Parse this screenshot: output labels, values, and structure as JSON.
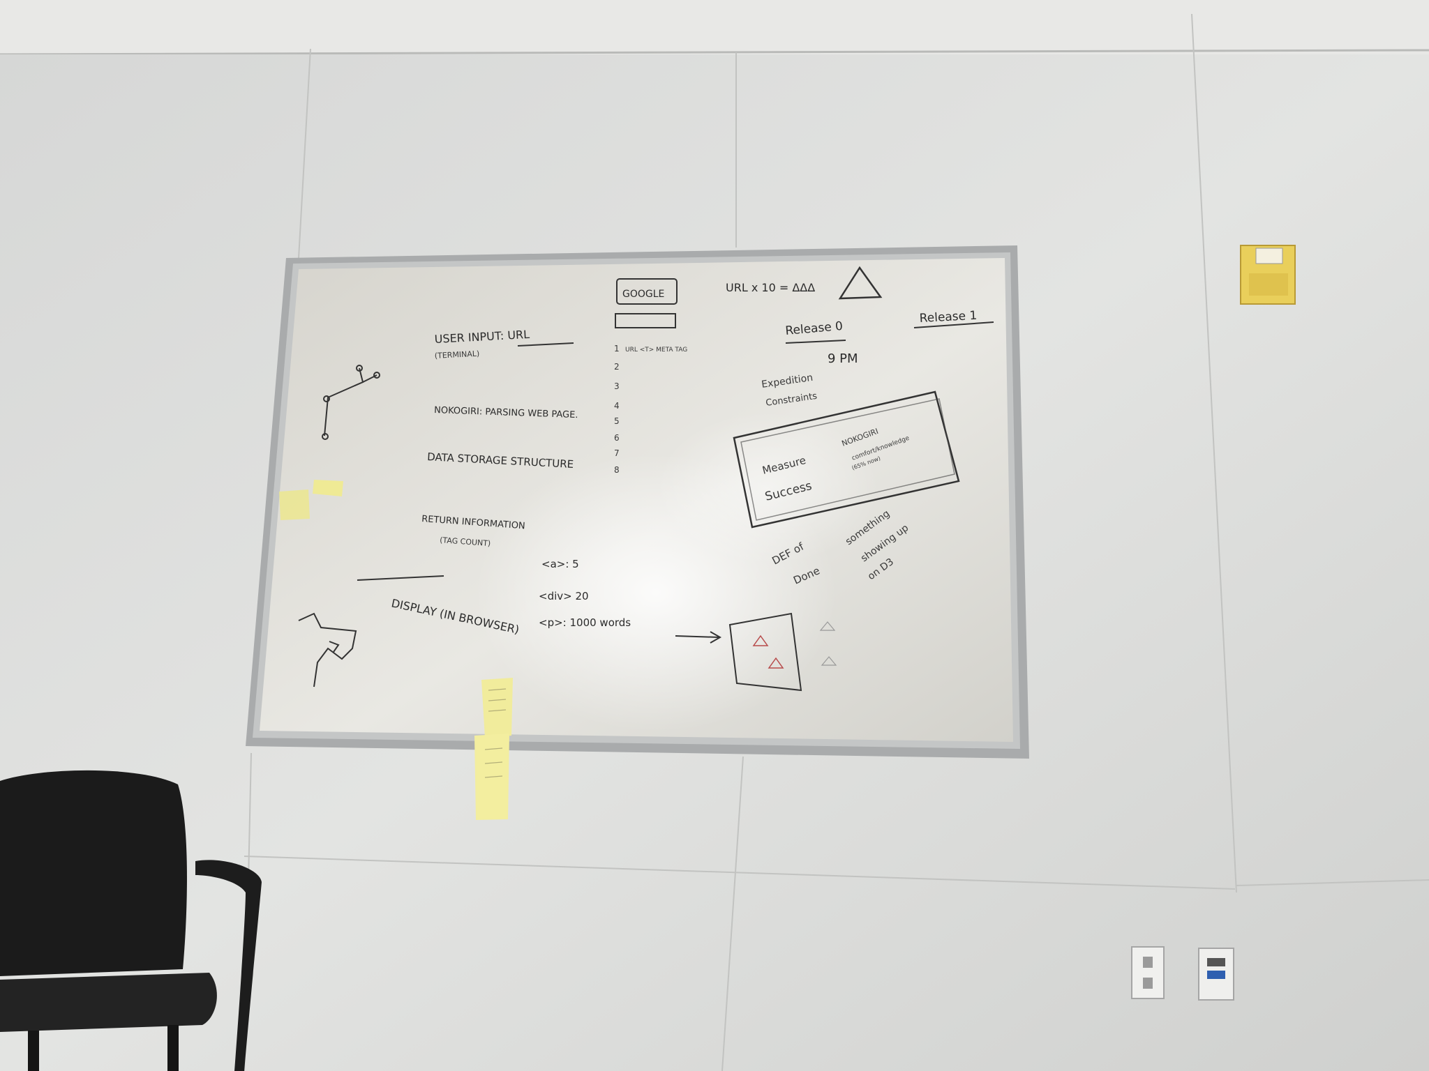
{
  "whiteboard": {
    "left_column": {
      "user_input": "USER INPUT: URL",
      "user_input_sub": "(TERMINAL)",
      "nokogiri": "NOKOGIRI: PARSING WEB PAGE.",
      "data_storage": "DATA STORAGE STRUCTURE",
      "return_info": "RETURN INFORMATION",
      "return_info_sub": "(TAG COUNT)",
      "display": "DISPLAY (IN BROWSER)"
    },
    "tag_counts": [
      "<a>: 5",
      "<div> 20",
      "<p>: 1000 words"
    ],
    "google": {
      "label": "GOOGLE",
      "list_header": "URL <T> META TAG",
      "numbers": [
        "1",
        "2",
        "3",
        "4",
        "5",
        "6",
        "7",
        "8"
      ]
    },
    "right_column": {
      "formula": "URL x 10 = ΔΔΔ",
      "release0": "Release 0",
      "release1": "Release 1",
      "time": "9 PM",
      "expedition": "Expedition",
      "constraints": "Constraints",
      "measure": "Measure",
      "success": "Success",
      "nokogiri_note": "NOKOGIRI",
      "nokogiri_note2": "comfort/knowledge",
      "nokogiri_note3": "(65% now)",
      "def_done1": "DEF of",
      "def_done2": "Done",
      "something1": "something",
      "something2": "showing up",
      "something3": "on D3"
    }
  },
  "colors": {
    "wall": "#d9dad8",
    "board": "#e6e5e0",
    "frame": "#a9abac",
    "sticky": "#f1ec9c",
    "chair": "#1a1a1a",
    "alarm": "#e9cf5b"
  },
  "icons": {
    "fire-alarm": "fire-alarm-icon",
    "outlet": "power-outlet-icon",
    "data-jack": "data-jack-icon"
  }
}
